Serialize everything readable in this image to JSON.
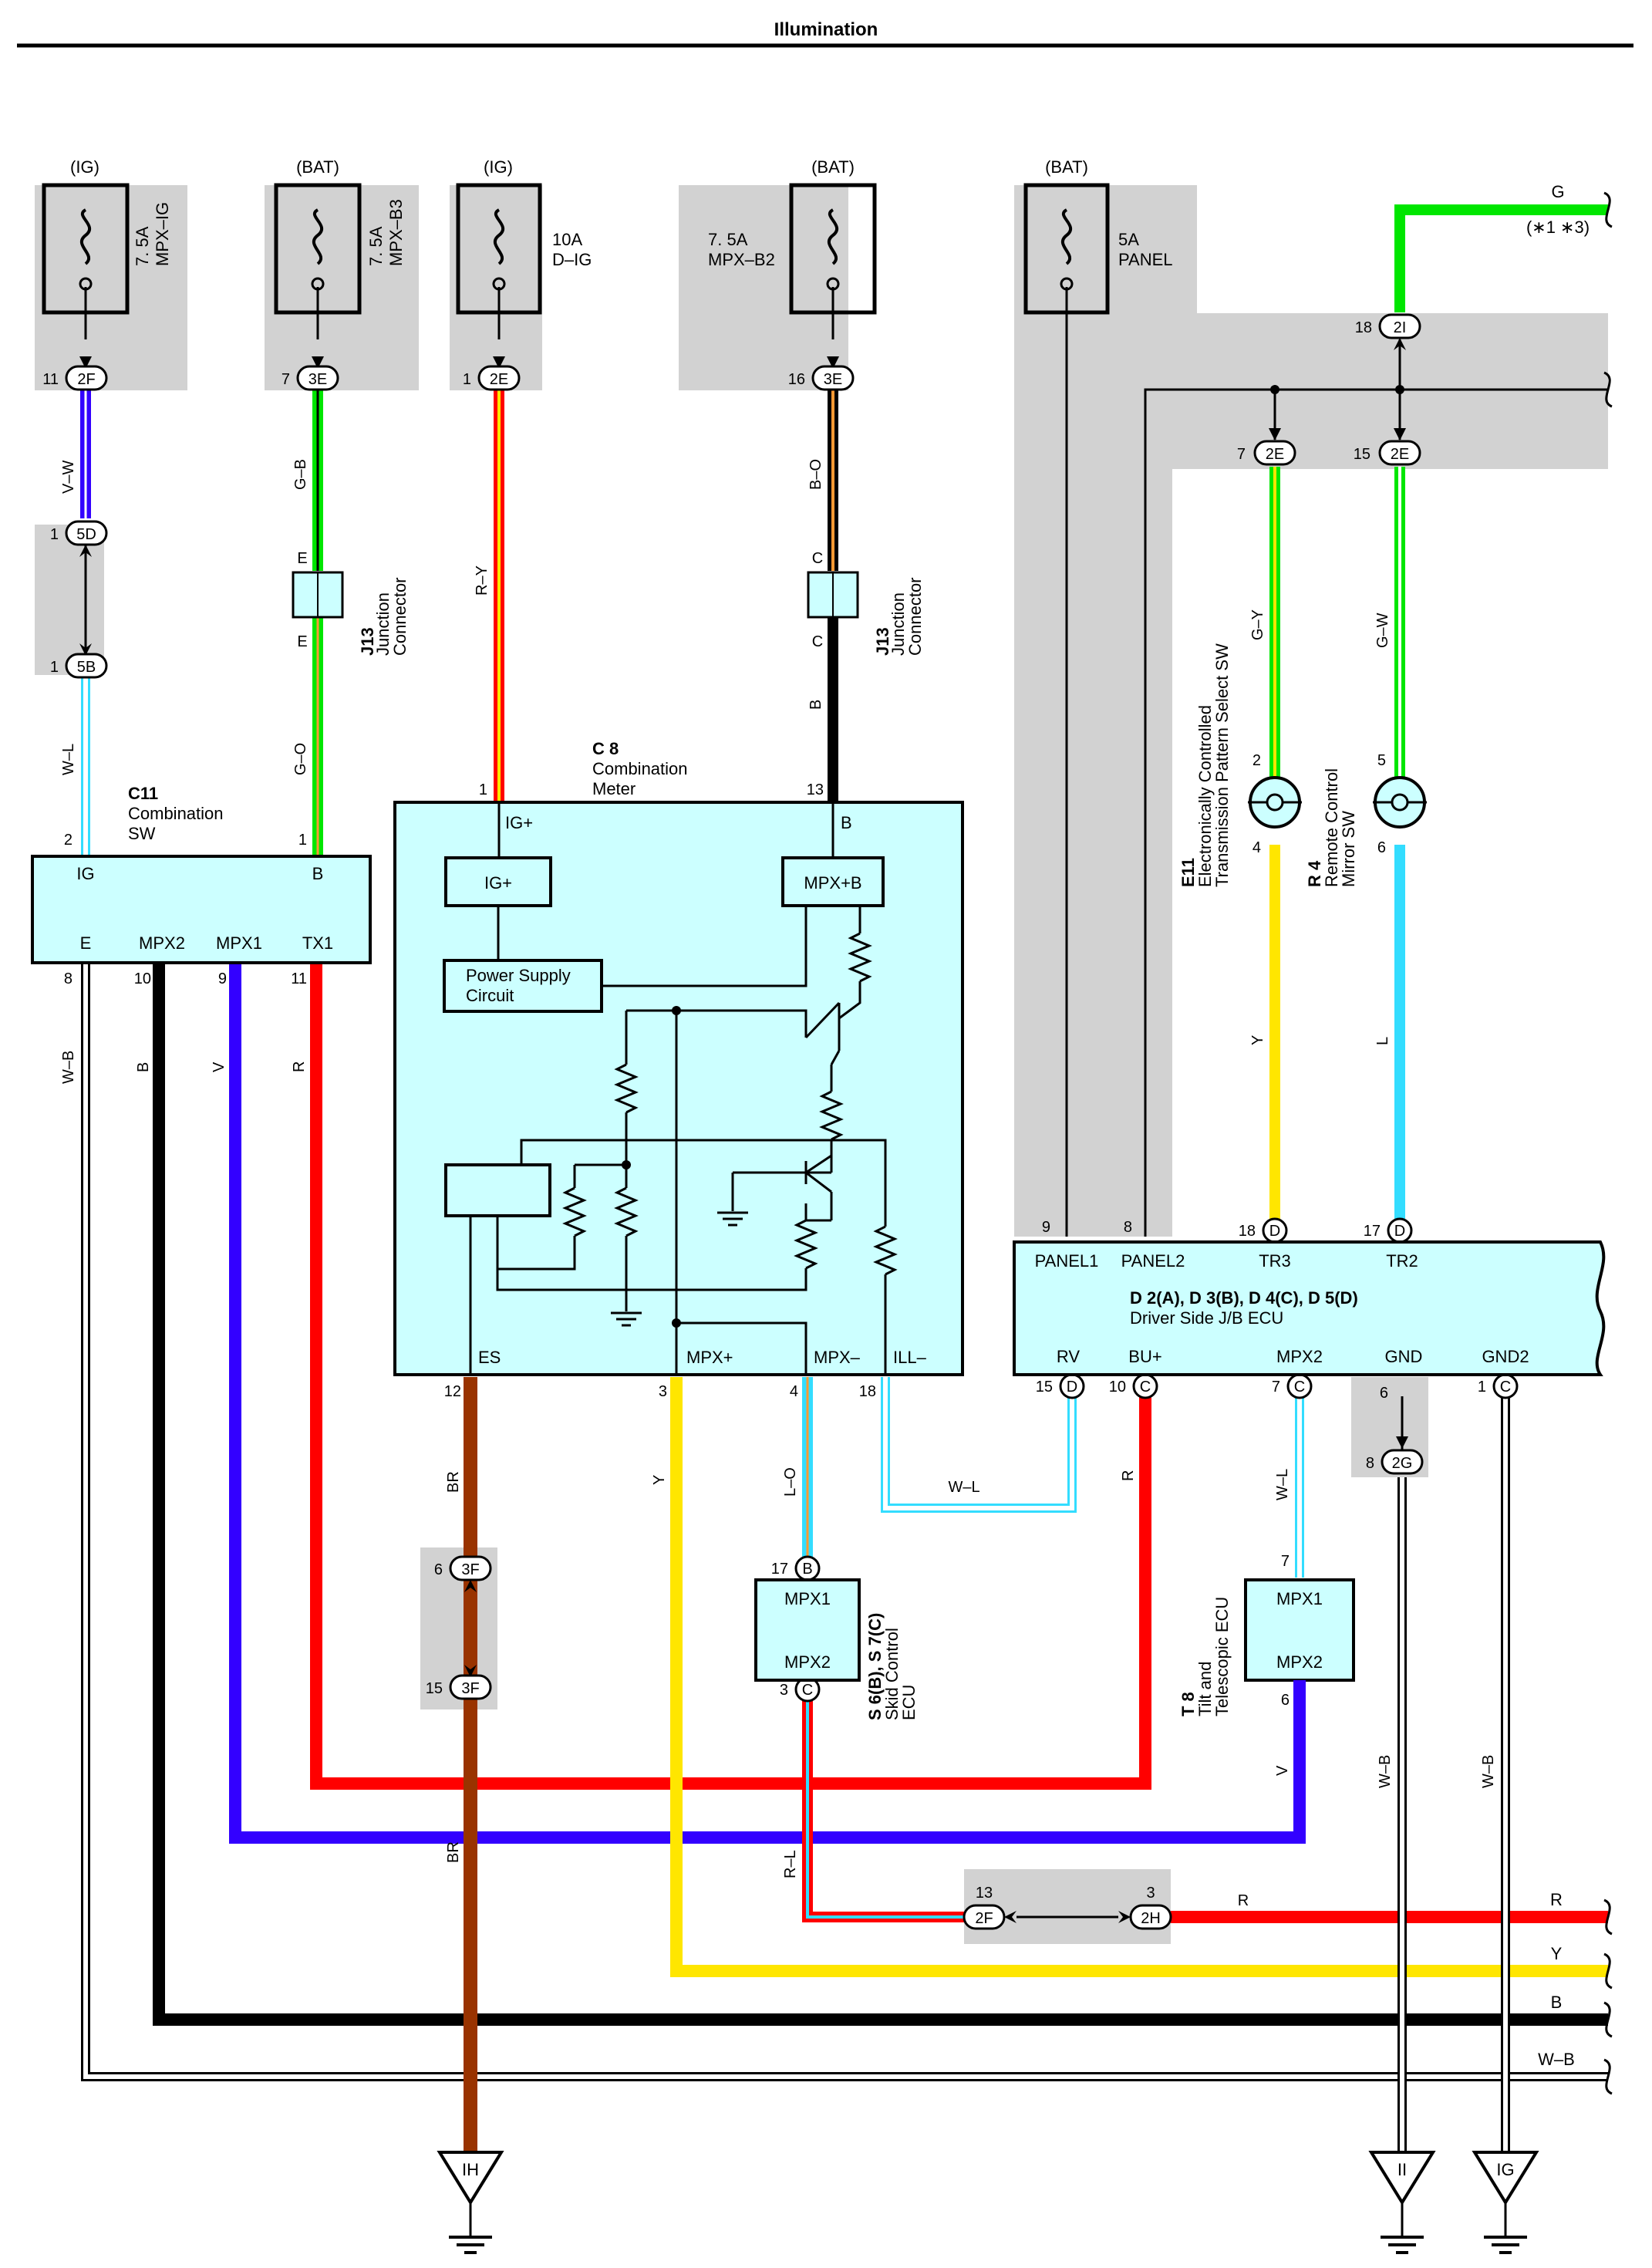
{
  "title": "Illumination",
  "colors": {
    "ecu_fill": "#ccffff",
    "junction_gray": "#d2d2d2",
    "wire_red": "#ff0000",
    "wire_yellow": "#ffe600",
    "wire_green": "#00e600",
    "wire_blue": "#3300ff",
    "wire_cyan": "#33ddff",
    "wire_brown": "#993300",
    "wire_black": "#000000",
    "wire_orange": "#ff9933"
  },
  "fuses": [
    {
      "source": "(IG)",
      "rating": "7. 5A",
      "name": "MPX–IG"
    },
    {
      "source": "(BAT)",
      "rating": "7. 5A",
      "name": "MPX–B3"
    },
    {
      "source": "(IG)",
      "rating": "10A",
      "name": "D–IG"
    },
    {
      "source": "(BAT)",
      "rating": "7. 5A",
      "name": "MPX–B2"
    },
    {
      "source": "(BAT)",
      "rating": "5A",
      "name": "PANEL"
    }
  ],
  "connectors": {
    "c2F_top": {
      "id": "2F",
      "pin": "11"
    },
    "c3E_left": {
      "id": "3E",
      "pin": "7"
    },
    "c2E_mid": {
      "id": "2E",
      "pin": "1"
    },
    "c3E_right": {
      "id": "3E",
      "pin": "16"
    },
    "c5D": {
      "id": "5D",
      "pin": "1"
    },
    "c5B": {
      "id": "5B",
      "pin": "1"
    },
    "c2I": {
      "id": "2I",
      "pin": "18"
    },
    "c2E_a": {
      "id": "2E",
      "pin": "7"
    },
    "c2E_b": {
      "id": "2E",
      "pin": "15"
    },
    "c3F_top": {
      "id": "3F",
      "pin": "6"
    },
    "c3F_bot": {
      "id": "3F",
      "pin": "15"
    },
    "c2F_bot": {
      "id": "2F",
      "pin": "13"
    },
    "c2H": {
      "id": "2H",
      "pin": "3"
    },
    "c2G": {
      "id": "2G",
      "pin": "8"
    },
    "pinB_s": {
      "id": "B",
      "pin": "17"
    },
    "pinC_s": {
      "id": "C",
      "pin": "3"
    },
    "pinD18": {
      "id": "D",
      "pin": "18"
    },
    "pinD17": {
      "id": "D",
      "pin": "17"
    },
    "pinD15": {
      "id": "D",
      "pin": "15"
    },
    "pinC10": {
      "id": "C",
      "pin": "10"
    },
    "pinC7": {
      "id": "C",
      "pin": "7"
    },
    "pinC1": {
      "id": "C",
      "pin": "1"
    }
  },
  "top_right": {
    "wire": "G",
    "note": "(∗1 ∗3)"
  },
  "junction": {
    "code": "J13",
    "name1": "Junction",
    "name2": "Connector",
    "pin_e": "E",
    "pin_c": "C"
  },
  "combination_sw": {
    "code": "C11",
    "name1": "Combination",
    "name2": "SW",
    "pins": [
      "IG",
      "B",
      "E",
      "MPX2",
      "MPX1",
      "TX1"
    ],
    "pin_nums": [
      "2",
      "1",
      "8",
      "10",
      "9",
      "11"
    ]
  },
  "combination_meter": {
    "code": "C 8",
    "name1": "Combination",
    "name2": "Meter",
    "labels": [
      "IG+",
      "B",
      "IG+",
      "MPX+B",
      "Power Supply",
      "Circuit",
      "ES",
      "MPX+",
      "MPX–",
      "ILL–"
    ],
    "pin_nums": [
      "1",
      "13",
      "12",
      "3",
      "4",
      "18"
    ]
  },
  "switch_e11": {
    "code": "E11",
    "name1": "Electronically Controlled",
    "name2": "Transmission Pattern Select SW",
    "pin_top": "2",
    "pin_bot": "4"
  },
  "switch_r4": {
    "code": "R 4",
    "name1": "Remote Control",
    "name2": "Mirror SW",
    "pin_top": "5",
    "pin_bot": "6"
  },
  "jb_ecu": {
    "title": "D 2(A), D 3(B), D 4(C), D 5(D)",
    "name": "Driver Side J/B ECU",
    "top_pins": [
      "PANEL1",
      "PANEL2",
      "TR3",
      "TR2"
    ],
    "top_nums": [
      "9",
      "8"
    ],
    "bottom_pins": [
      "RV",
      "BU+",
      "MPX2",
      "GND",
      "GND2"
    ],
    "gnd_num": "6"
  },
  "skid_ecu": {
    "code": "S 6(B), S 7(C)",
    "name1": "Skid Control",
    "name2": "ECU",
    "pins": [
      "MPX1",
      "MPX2"
    ]
  },
  "tilt_ecu": {
    "code": "T 8",
    "name1": "Tilt and",
    "name2": "Telescopic ECU",
    "pins": [
      "MPX1",
      "MPX2"
    ],
    "pin_nums": [
      "7",
      "6"
    ]
  },
  "wire_labels": [
    "V–W",
    "W–L",
    "G–B",
    "G–O",
    "R–Y",
    "B–O",
    "B",
    "G–Y",
    "G–W",
    "Y",
    "L",
    "W–B",
    "B",
    "V",
    "R",
    "BR",
    "Y",
    "L–O",
    "W–L",
    "R",
    "W–L",
    "R–L",
    "BR",
    "V",
    "W–B",
    "W–B",
    "R"
  ],
  "right_bus": [
    "R",
    "Y",
    "B",
    "W–B"
  ],
  "grounds": [
    "IH",
    "II",
    "IG"
  ]
}
